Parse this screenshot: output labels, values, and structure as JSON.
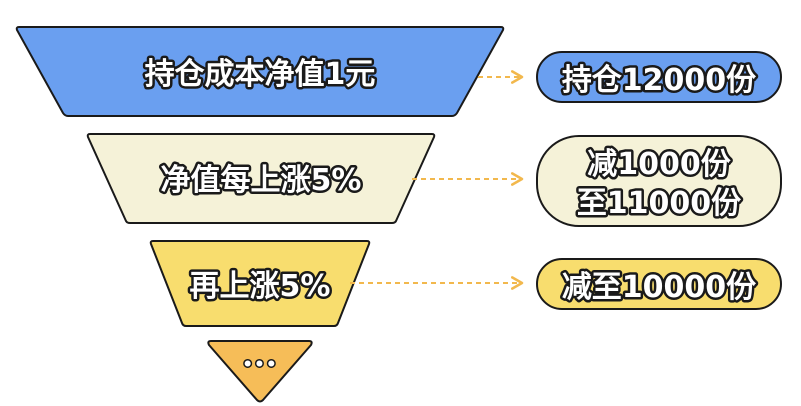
{
  "colors": {
    "stage1": "#6a9ff0",
    "stage2": "#f5f2d8",
    "stage3": "#f8dd6e",
    "stage4": "#f6bd58",
    "outline": "#1a1a1a",
    "arrow": "#f2b84d"
  },
  "stages": [
    {
      "label": "持仓成本净值1元"
    },
    {
      "label": "净值每上涨5%"
    },
    {
      "label": "再上涨5%"
    },
    {
      "label": "•••"
    }
  ],
  "notes": [
    {
      "lines": [
        "持仓12000份"
      ]
    },
    {
      "lines": [
        "减1000份",
        "至11000份"
      ]
    },
    {
      "lines": [
        "减至10000份"
      ]
    }
  ]
}
